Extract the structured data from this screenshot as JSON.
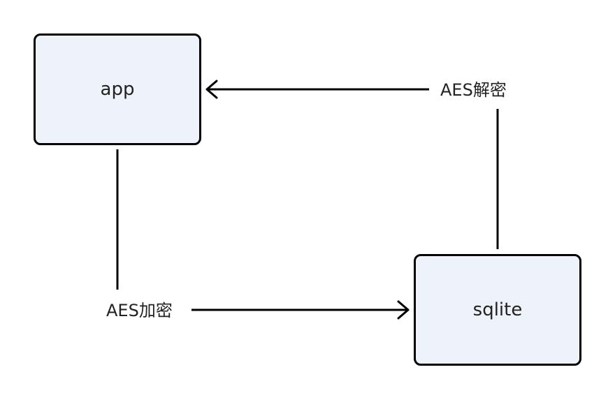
{
  "diagram": {
    "nodes": [
      {
        "id": "app",
        "label": "app"
      },
      {
        "id": "sqlite",
        "label": "sqlite"
      }
    ],
    "edges": [
      {
        "from": "app",
        "to": "sqlite",
        "label": "AES加密"
      },
      {
        "from": "sqlite",
        "to": "app",
        "label": "AES解密"
      }
    ],
    "colors": {
      "node_fill": "#eef3fb",
      "stroke": "#000000",
      "text": "#222222"
    }
  }
}
